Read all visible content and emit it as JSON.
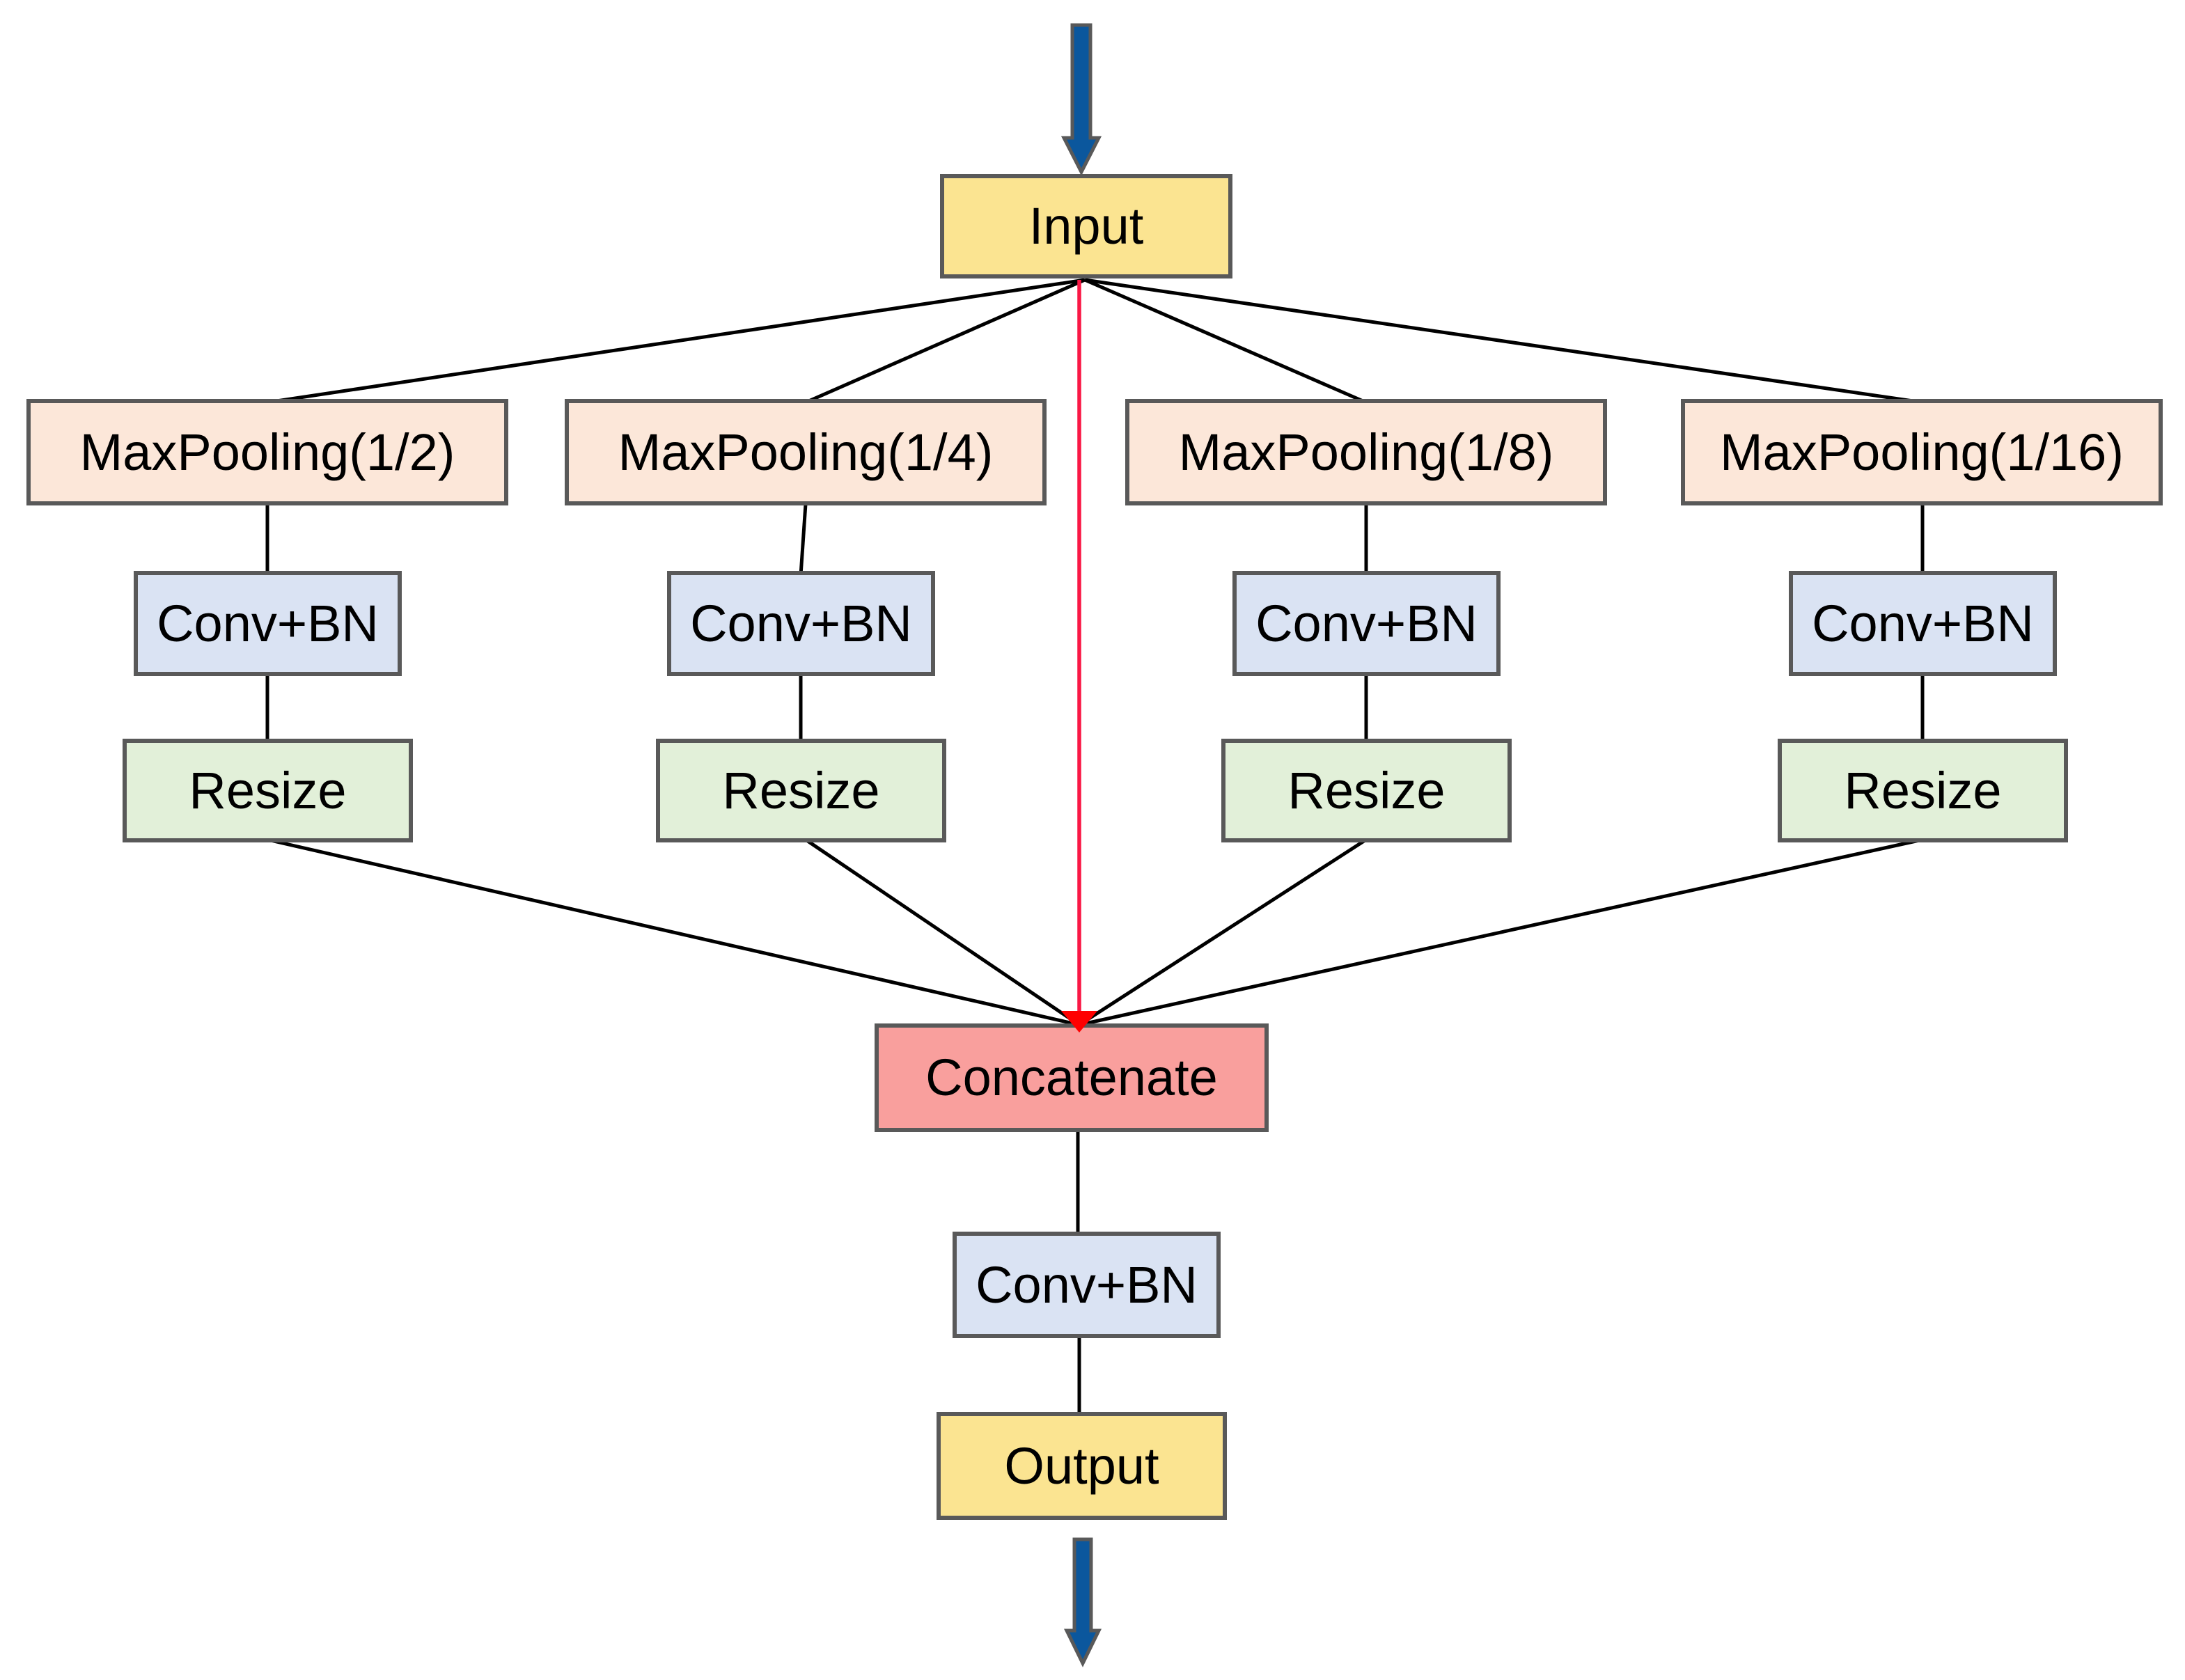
{
  "colors": {
    "background": "#ffffff",
    "text": "#000000",
    "line": "#000000",
    "box_border": "#595959",
    "arrow_outline": "#595959",
    "blue_arrow": "#0b579d",
    "red_line": "#fa1744",
    "red_arrowhead": "#fe0000",
    "input_output_fill": "#fbe491",
    "maxpool_fill": "#fce7d9",
    "convbn_fill": "#dae3f3",
    "resize_fill": "#e2f0d9",
    "concat_fill": "#f99f9d"
  },
  "icons": {
    "input_arrow": "blue-down-arrow",
    "output_arrow": "blue-down-arrow",
    "skip_connection": "red-down-arrow"
  },
  "diagram": {
    "input": {
      "label": "Input"
    },
    "branches": [
      {
        "maxpool_label": "MaxPooling(1/2)",
        "conv_label": "Conv+BN",
        "resize_label": "Resize"
      },
      {
        "maxpool_label": "MaxPooling(1/4)",
        "conv_label": "Conv+BN",
        "resize_label": "Resize"
      },
      {
        "maxpool_label": "MaxPooling(1/8)",
        "conv_label": "Conv+BN",
        "resize_label": "Resize"
      },
      {
        "maxpool_label": "MaxPooling(1/16)",
        "conv_label": "Conv+BN",
        "resize_label": "Resize"
      }
    ],
    "concatenate": {
      "label": "Concatenate"
    },
    "post_conv": {
      "label": "Conv+BN"
    },
    "output": {
      "label": "Output"
    }
  }
}
